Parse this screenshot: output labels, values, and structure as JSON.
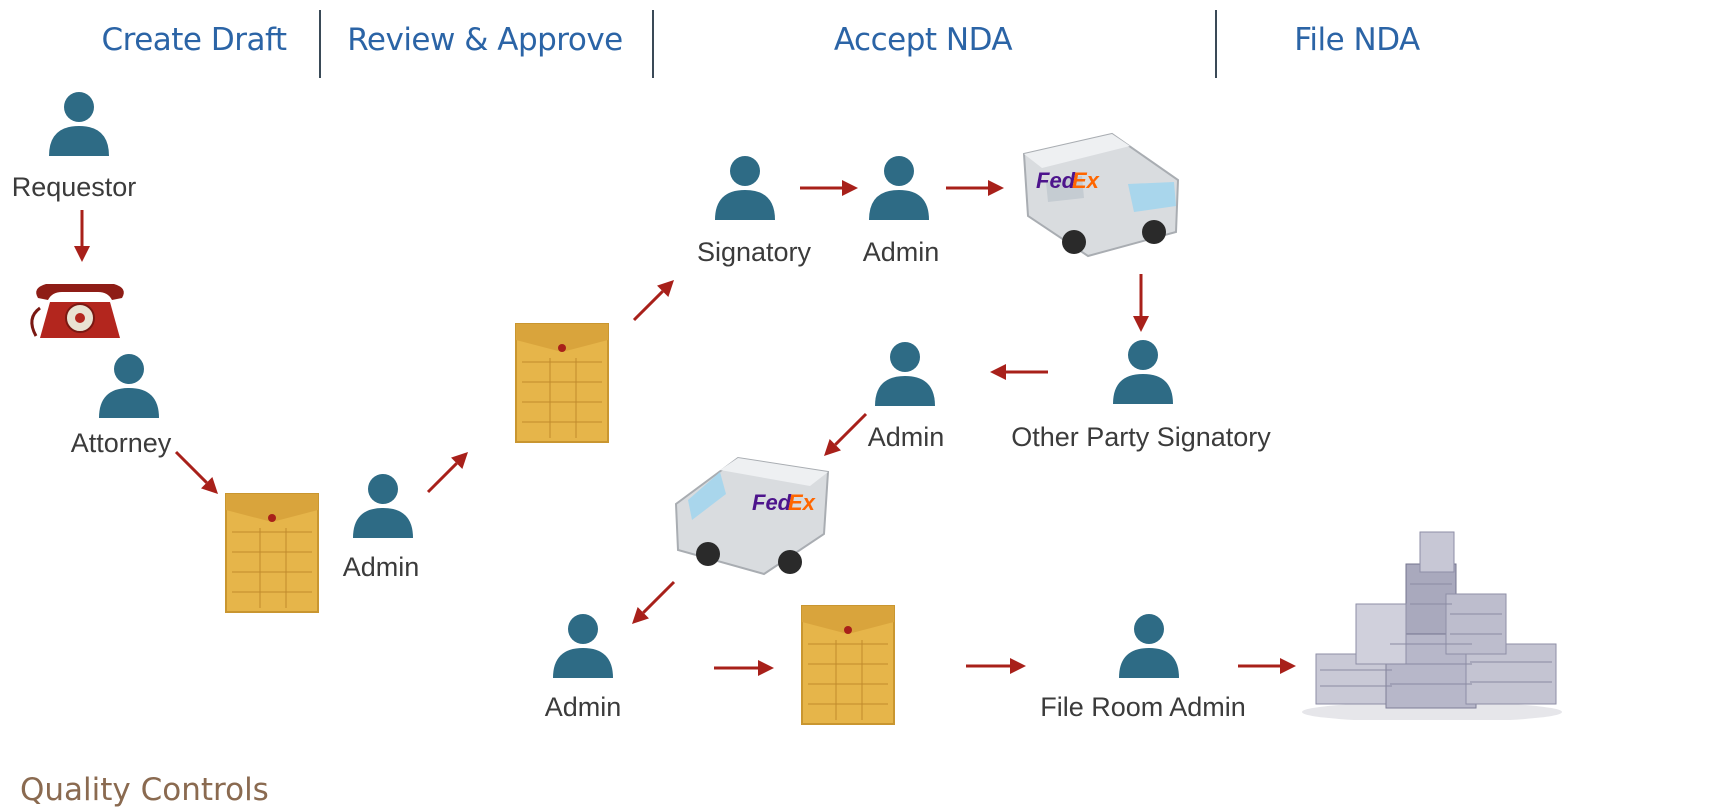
{
  "phases": {
    "create_draft": "Create Draft",
    "review_approve": "Review & Approve",
    "accept_nda": "Accept NDA",
    "file_nda": "File NDA"
  },
  "roles": {
    "requestor": "Requestor",
    "attorney": "Attorney",
    "admin_review": "Admin",
    "signatory": "Signatory",
    "admin_sign": "Admin",
    "other_party_signatory": "Other Party Signatory",
    "admin_return": "Admin",
    "admin_receive": "Admin",
    "file_room_admin": "File Room Admin"
  },
  "truck_logo": {
    "brand_a": "Fed",
    "brand_b": "Ex"
  },
  "footer": {
    "quality_controls": "Quality Controls"
  },
  "colors": {
    "heading": "#2b64a6",
    "person": "#2e6b85",
    "arrow": "#a8201a",
    "envelope": "#e6b54a",
    "fedex_purple": "#4d148c",
    "fedex_orange": "#ff6600"
  }
}
